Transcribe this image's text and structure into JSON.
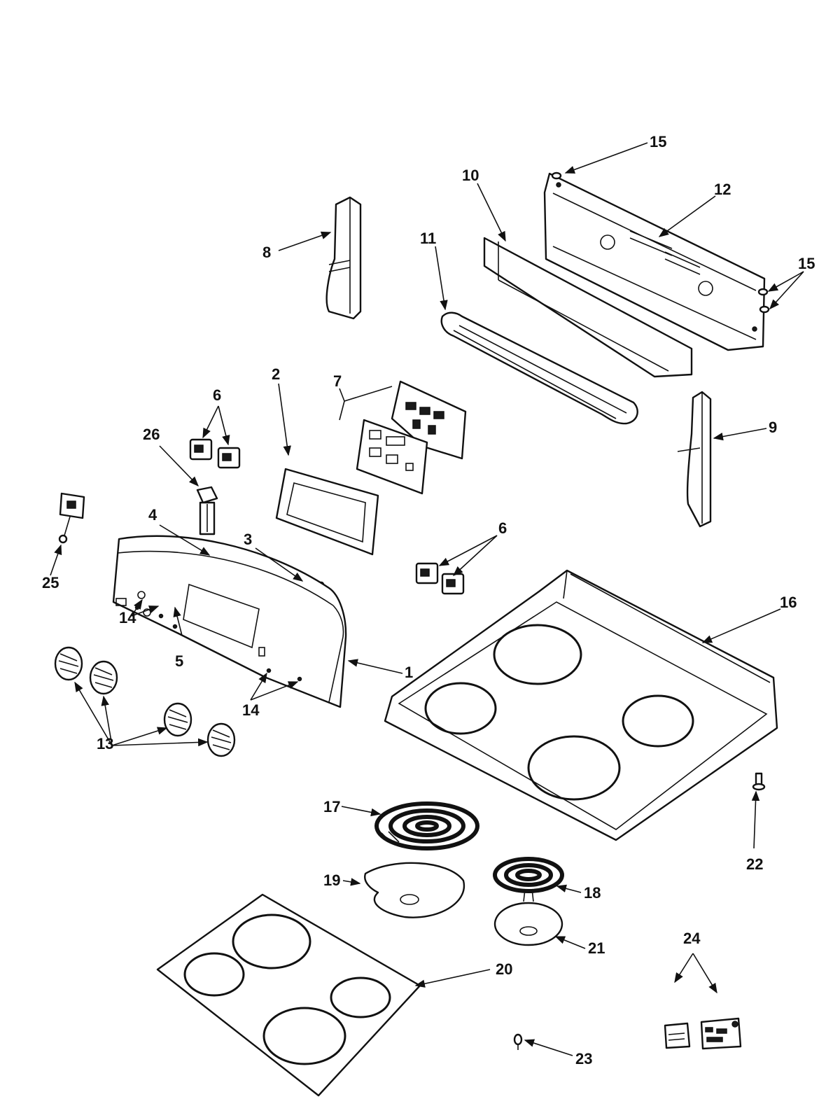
{
  "callouts": {
    "c1": "1",
    "c2": "2",
    "c3": "3",
    "c4": "4",
    "c5": "5",
    "c6a": "6",
    "c6b": "6",
    "c7": "7",
    "c8": "8",
    "c9": "9",
    "c10": "10",
    "c11": "11",
    "c12": "12",
    "c13": "13",
    "c14a": "14",
    "c14b": "14",
    "c15a": "15",
    "c15b": "15",
    "c16": "16",
    "c17": "17",
    "c18": "18",
    "c19": "19",
    "c20": "20",
    "c21": "21",
    "c22": "22",
    "c23": "23",
    "c24": "24",
    "c25": "25",
    "c26": "26"
  }
}
